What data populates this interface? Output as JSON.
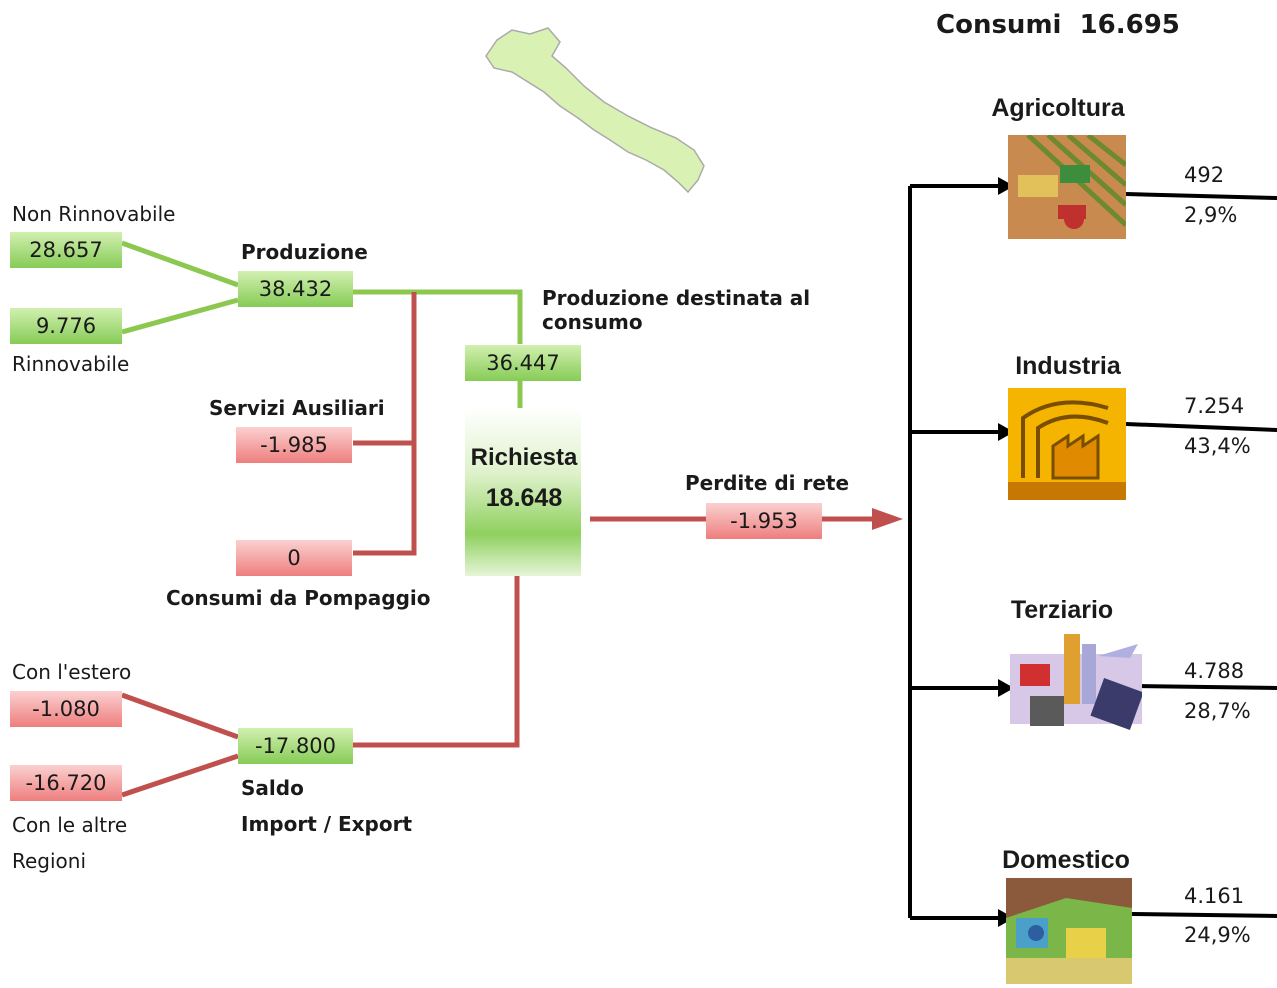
{
  "consumi": {
    "label": "Consumi",
    "value": "16.695"
  },
  "produzione": {
    "label": "Produzione",
    "value": "38.432",
    "non_rinnovabile": {
      "label": "Non Rinnovabile",
      "value": "28.657"
    },
    "rinnovabile": {
      "label": "Rinnovabile",
      "value": "9.776"
    }
  },
  "destinata": {
    "label": "Produzione destinata al consumo",
    "value": "36.447"
  },
  "servizi": {
    "label": "Servizi Ausiliari",
    "value": "-1.985"
  },
  "pompaggio": {
    "label": "Consumi da Pompaggio",
    "value": "0"
  },
  "richiesta": {
    "label": "Richiesta",
    "value": "18.648"
  },
  "perdite": {
    "label": "Perdite di rete",
    "value": "-1.953"
  },
  "saldo": {
    "label_line1": "Saldo",
    "label_line2": "Import / Export",
    "value": "-17.800",
    "estero": {
      "label": "Con l'estero",
      "value": "-1.080"
    },
    "regioni": {
      "label_line1": "Con le altre",
      "label_line2": "Regioni",
      "value": "-16.720"
    }
  },
  "sectors": [
    {
      "name": "Agricoltura",
      "value": "492",
      "percent": "2,9%",
      "icon": "agriculture-icon"
    },
    {
      "name": "Industria",
      "value": "7.254",
      "percent": "43,4%",
      "icon": "factory-icon"
    },
    {
      "name": "Terziario",
      "value": "4.788",
      "percent": "28,7%",
      "icon": "city-office-icon"
    },
    {
      "name": "Domestico",
      "value": "4.161",
      "percent": "24,9%",
      "icon": "household-icon"
    }
  ],
  "colors": {
    "green_line": "#8cc850",
    "red_line": "#c0504d",
    "black_line": "#000000",
    "region_fill": "#d9f2b4"
  }
}
